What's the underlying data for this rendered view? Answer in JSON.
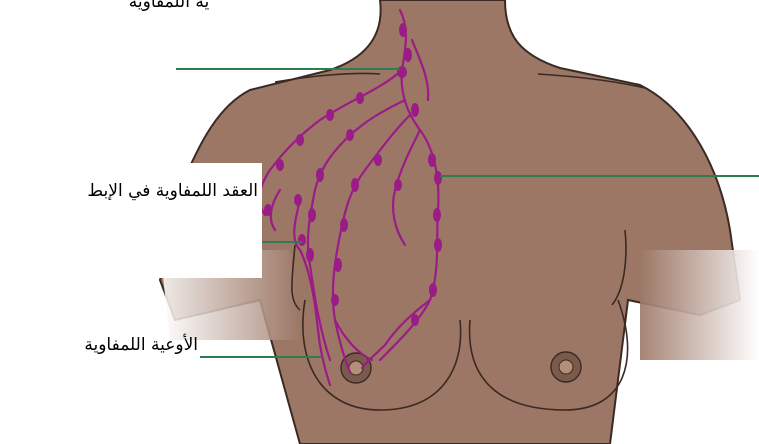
{
  "labels": {
    "top_partial": "ية اللمفاوية",
    "axillary_nodes": "العقد اللمفاوية في الإبط",
    "lymph_vessels": "الأوعية اللمفاوية"
  },
  "colors": {
    "skin": "#9c7766",
    "skin_shadow": "#7b5a4b",
    "outline": "#3a2a22",
    "lymph": "#9b1c86",
    "leader_line": "#2e7d4f",
    "areola": "#7a5a4c",
    "nipple": "#b58e78"
  }
}
